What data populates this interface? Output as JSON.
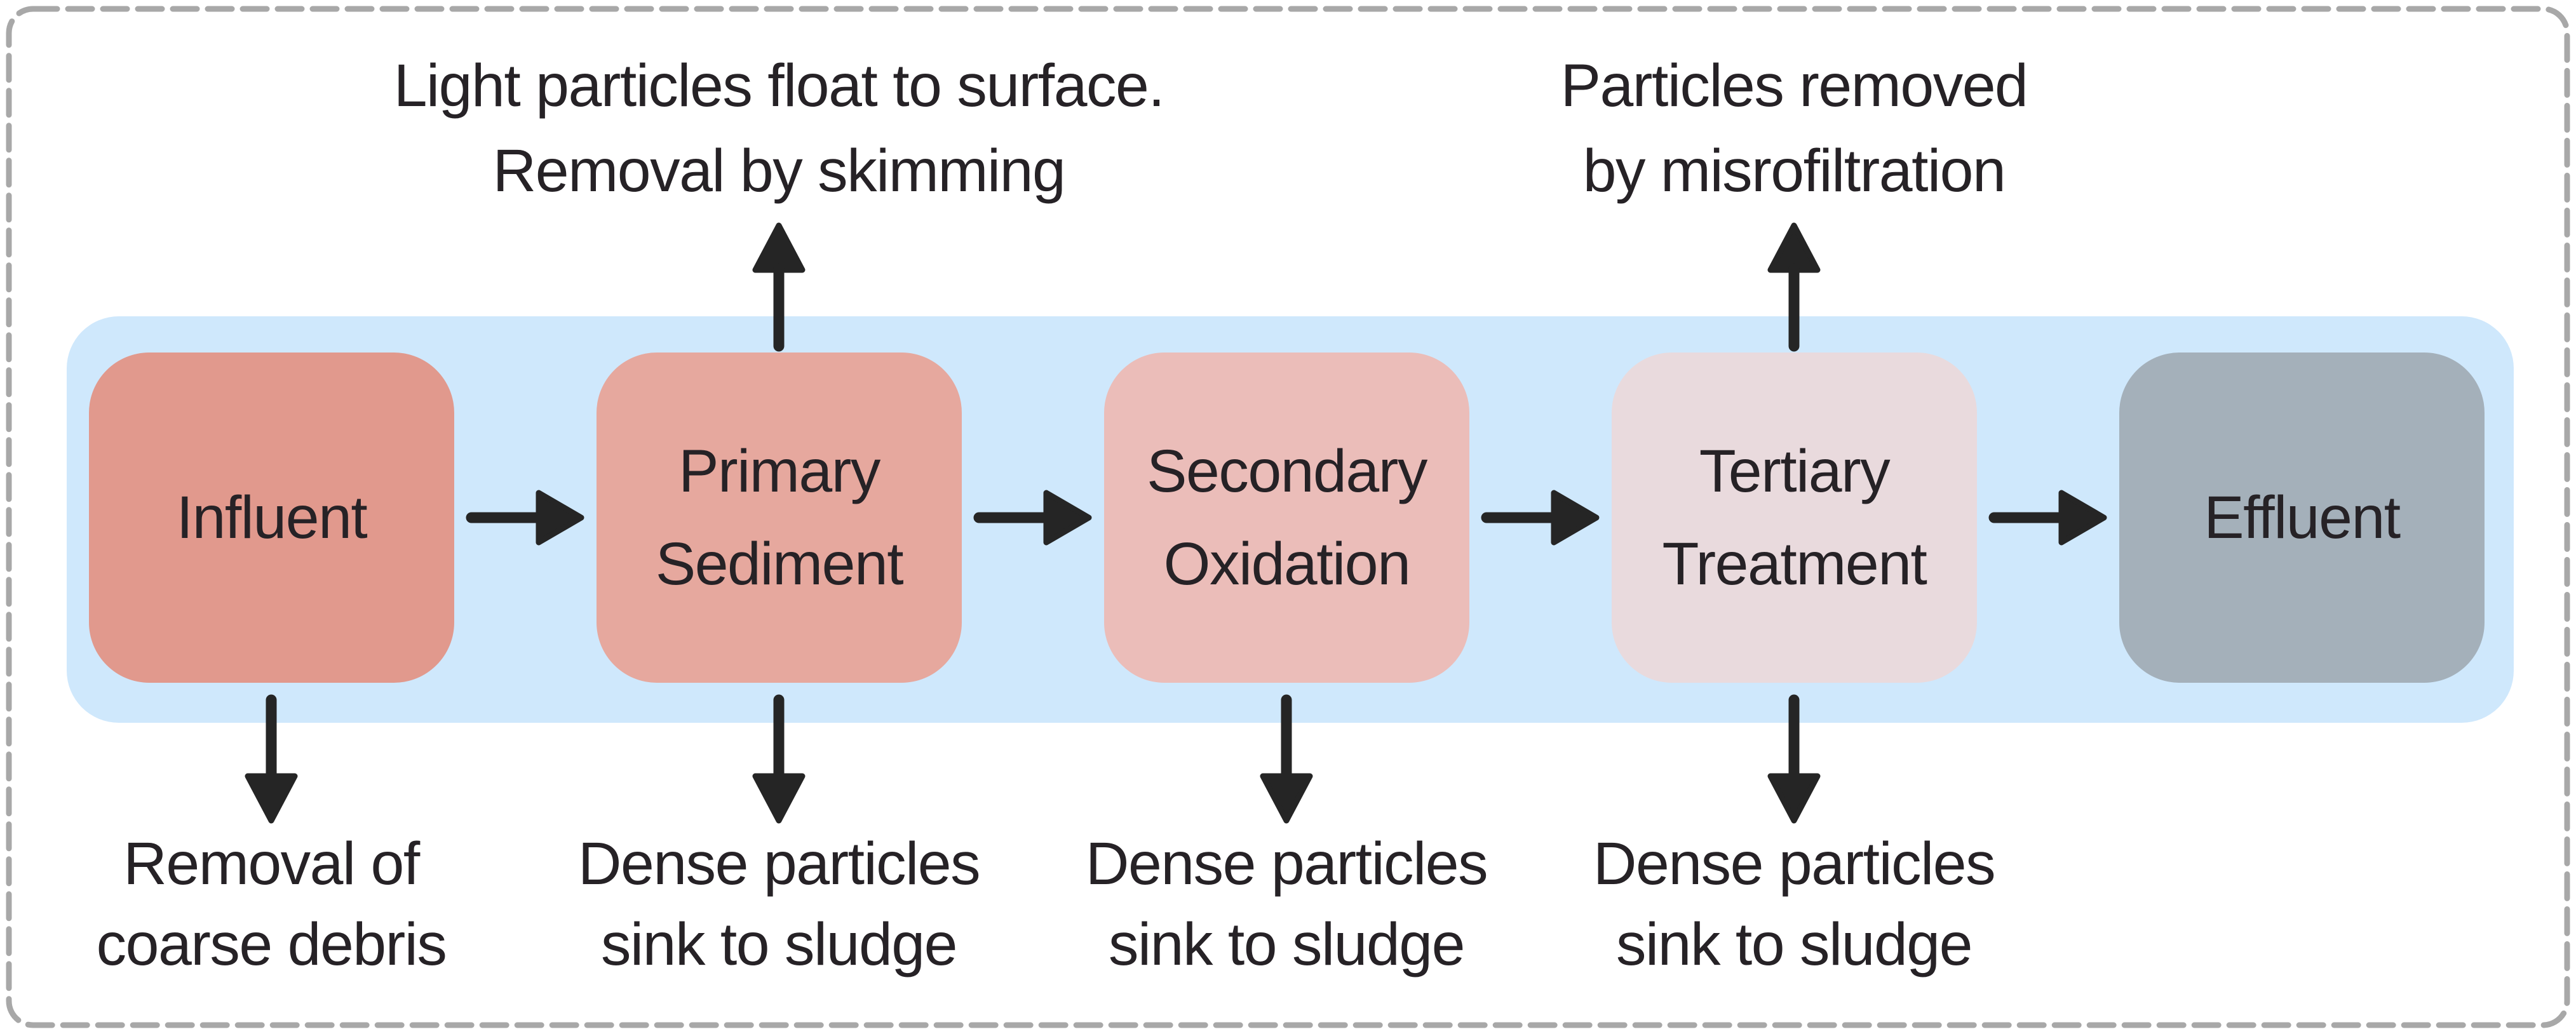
{
  "diagram": {
    "title_semantic": "wastewater treatment process flow",
    "colors": {
      "band": "#CFE8FC",
      "border": "#A8A8A8",
      "text": "#262226",
      "arrow": "#252525"
    },
    "stages": [
      {
        "name": "influent",
        "lines": [
          "Influent"
        ],
        "color": "#E1998D"
      },
      {
        "name": "primary-sediment",
        "lines": [
          "Primary",
          "Sediment"
        ],
        "color": "#E6A89E"
      },
      {
        "name": "secondary-oxidation",
        "lines": [
          "Secondary",
          "Oxidation"
        ],
        "color": "#EBBDB9"
      },
      {
        "name": "tertiary-treatment",
        "lines": [
          "Tertiary",
          "Treatment"
        ],
        "color": "#E9DADD"
      },
      {
        "name": "effluent",
        "lines": [
          "Effluent"
        ],
        "color": "#A4B0BA"
      }
    ],
    "top_annotations": [
      {
        "attached_to": "primary-sediment",
        "lines": [
          "Light particles float to surface.",
          "Removal by skimming"
        ]
      },
      {
        "attached_to": "tertiary-treatment",
        "lines": [
          "Particles removed",
          "by misrofiltration"
        ]
      }
    ],
    "bottom_annotations": [
      {
        "attached_to": "influent",
        "lines": [
          "Removal of",
          "coarse debris"
        ]
      },
      {
        "attached_to": "primary-sediment",
        "lines": [
          "Dense particles",
          "sink to sludge"
        ]
      },
      {
        "attached_to": "secondary-oxidation",
        "lines": [
          "Dense particles",
          "sink to sludge"
        ]
      },
      {
        "attached_to": "tertiary-treatment",
        "lines": [
          "Dense particles",
          "sink to sludge"
        ]
      }
    ]
  }
}
